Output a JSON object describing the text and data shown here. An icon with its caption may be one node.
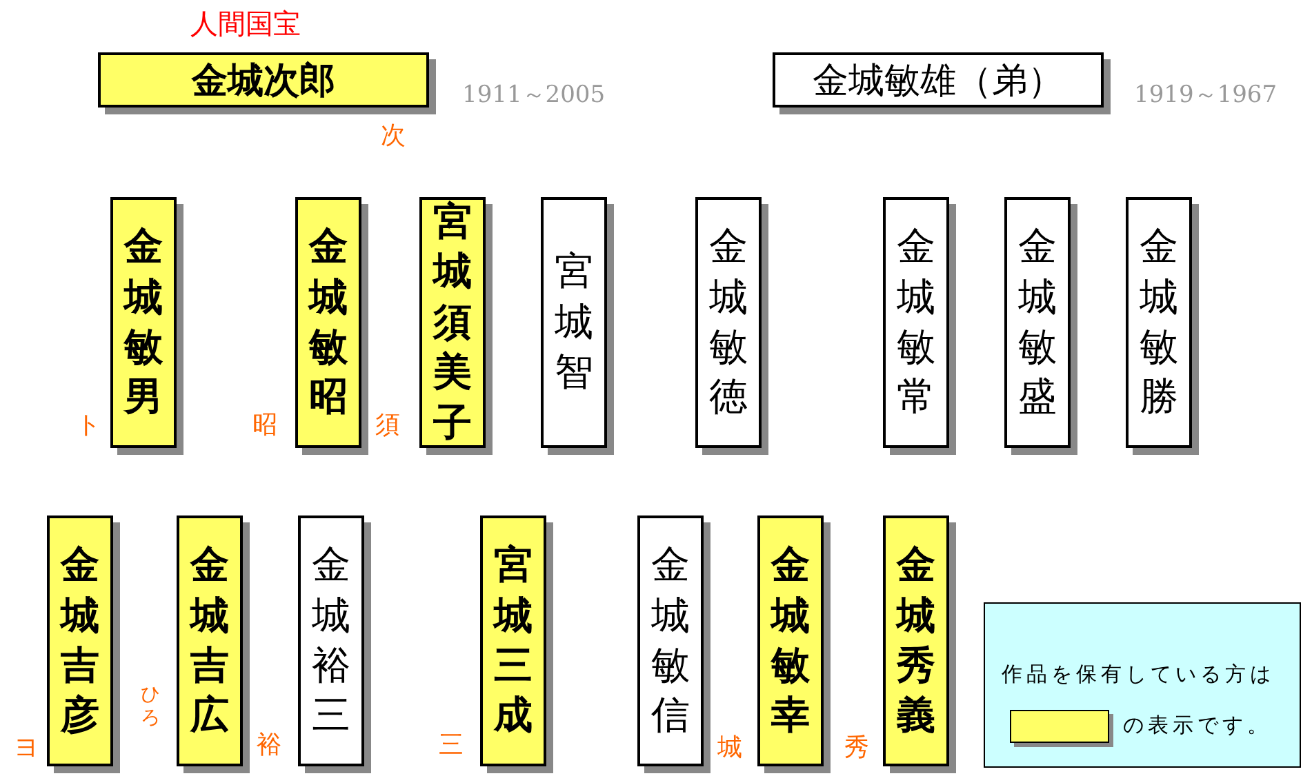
{
  "diagram": {
    "nodes": [
      {
        "text": [
          "金城次郎"
        ],
        "beside": [
          "人間国宝",
          "1911～2005",
          "次"
        ]
      },
      {
        "text": [
          "金城敏雄（弟）"
        ],
        "beside": [
          "1919～1967"
        ]
      },
      {
        "text": [
          "金城敏男"
        ],
        "beside": [
          "ト"
        ]
      },
      {
        "text": [
          "金城敏昭"
        ],
        "beside": [
          "昭"
        ]
      },
      {
        "text": [
          "宮城須美子"
        ],
        "beside": [
          "須"
        ]
      },
      {
        "text": [
          "宮城智"
        ]
      },
      {
        "text": [
          "金城敏徳"
        ]
      },
      {
        "text": [
          "金城敏常"
        ]
      },
      {
        "text": [
          "金城敏盛"
        ]
      },
      {
        "text": [
          "金城敏勝"
        ]
      },
      {
        "text": [
          "金城吉彦"
        ],
        "beside": [
          "ヨ"
        ]
      },
      {
        "text": [
          "金城吉広"
        ],
        "beside": [
          "ひろ"
        ]
      },
      {
        "text": [
          "金城裕三"
        ],
        "beside": [
          "裕"
        ]
      },
      {
        "text": [
          "宮城三成"
        ],
        "beside": [
          "三"
        ]
      },
      {
        "text": [
          "金城敏信"
        ]
      },
      {
        "text": [
          "金城敏幸"
        ],
        "beside": [
          "城"
        ]
      },
      {
        "text": [
          "金城秀義"
        ],
        "beside": [
          "秀"
        ]
      },
      {
        "text": [
          "作品を保有している方は"
        ]
      }
    ],
    "legend": [
      {
        "text": "の表示です。",
        "color": "#ffff66"
      }
    ]
  }
}
